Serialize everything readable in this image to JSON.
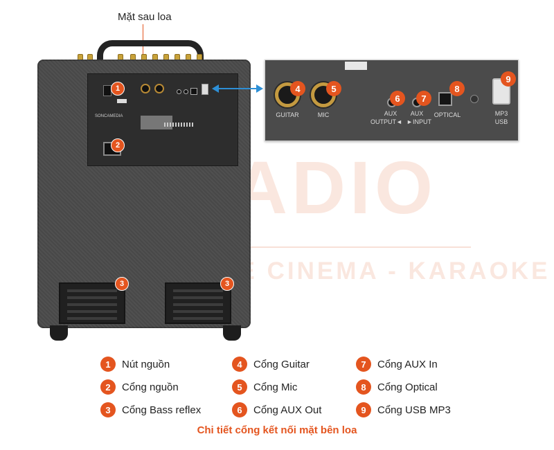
{
  "title": "Mặt sau loa",
  "watermark": {
    "brand": "HDRADIO",
    "tagline": "AUDIO - HOME CINEMA - KARAOKE"
  },
  "panel_text": {
    "brand": "SONCAMEDIA"
  },
  "zoom_ports": [
    {
      "num": "4",
      "label": "GUITAR"
    },
    {
      "num": "5",
      "label": "MIC"
    },
    {
      "num": "6",
      "label": "AUX",
      "sub": "OUTPUT◄"
    },
    {
      "num": "7",
      "label": "AUX",
      "sub": "►INPUT"
    },
    {
      "num": "8",
      "label": "OPTICAL"
    },
    {
      "num": "9",
      "label": "MP3",
      "sub": "USB"
    }
  ],
  "legend": [
    {
      "num": "1",
      "label": "Nút nguồn"
    },
    {
      "num": "2",
      "label": "Cổng nguồn"
    },
    {
      "num": "3",
      "label": "Cổng Bass reflex"
    },
    {
      "num": "4",
      "label": "Cổng Guitar"
    },
    {
      "num": "5",
      "label": "Cổng Mic"
    },
    {
      "num": "6",
      "label": "Cổng AUX Out"
    },
    {
      "num": "7",
      "label": "Cổng AUX In"
    },
    {
      "num": "8",
      "label": "Cổng Optical"
    },
    {
      "num": "9",
      "label": "Cổng USB MP3"
    }
  ],
  "badges": {
    "power": "1",
    "power_in": "2",
    "bass_left": "3",
    "bass_right": "3"
  },
  "caption": "Chi tiết cổng kết nối mặt bên loa",
  "colors": {
    "accent": "#e4551f",
    "cabinet": "#4a4a4a",
    "arrow": "#2d8fd6"
  }
}
